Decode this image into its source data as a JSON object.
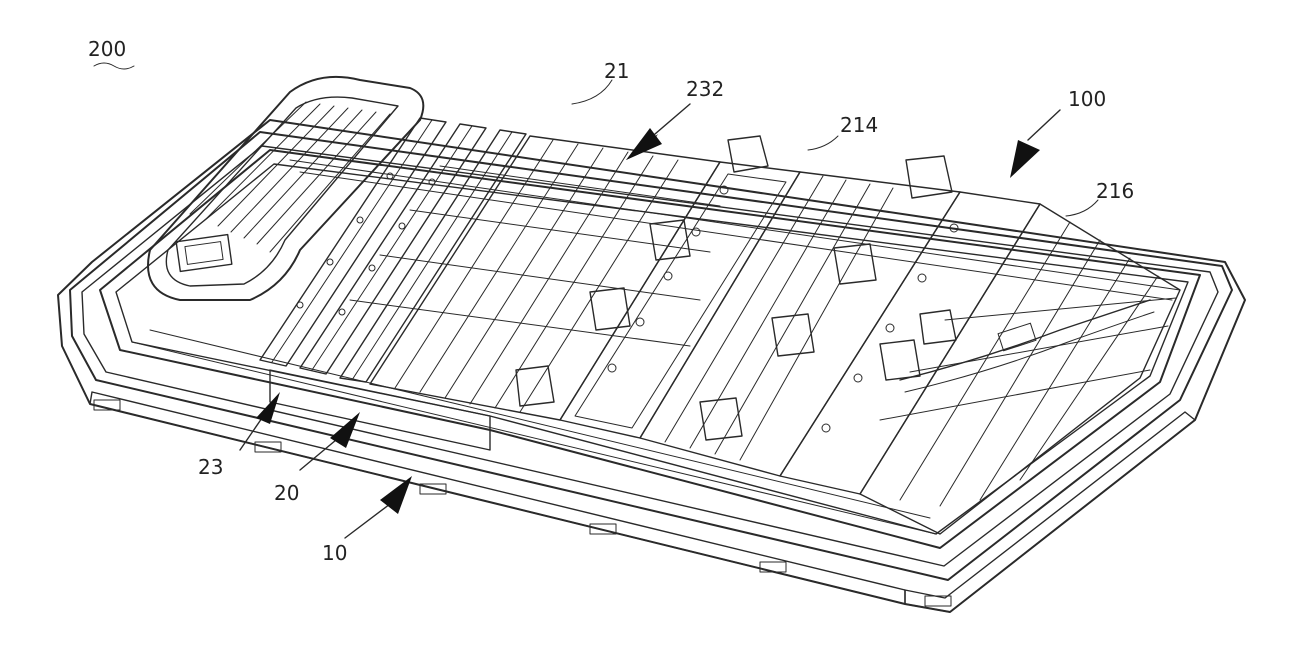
{
  "figure": {
    "labels": {
      "assembly": "200",
      "pack": "100",
      "tray": "10",
      "module": "20",
      "beam": "21",
      "sub_beam": "214",
      "side_part": "216",
      "pack_23": "23",
      "rib": "232"
    }
  }
}
